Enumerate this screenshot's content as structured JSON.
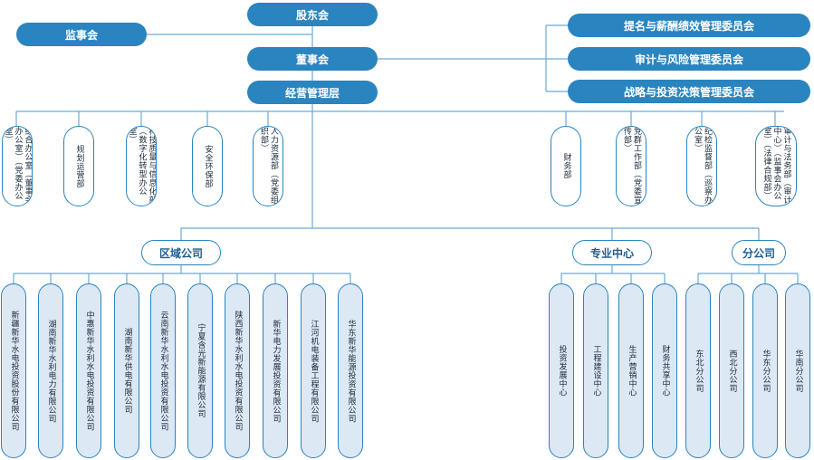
{
  "top": {
    "shareholders": "股东会",
    "supervisors": "监事会",
    "board": "董事会",
    "management": "经营管理层"
  },
  "committees": [
    "提名与薪酬绩效管理委员会",
    "审计与风险管理委员会",
    "战略与投资决策管理委员会"
  ],
  "departments": [
    "综合办公室（董事会办公室）（党委办公室）",
    "规划运营部",
    "科技质量与信息化部（数字化转型办公室）",
    "安全环保部",
    "人力资源部（党委组织部）",
    "财务部",
    "党群工作部（党委宣传部）",
    "纪检监督部（巡察办公室）",
    "审计与法务部（审计中心）（监事会办公室）（法律合规部）"
  ],
  "groups": {
    "regional": "区域公司",
    "centers": "专业中心",
    "branches": "分公司"
  },
  "regional_companies": [
    "新疆新华水电投资股份有限公司",
    "湖南新华水利电力有限公司",
    "中惠新华水利水电投资有限公司",
    "湖南新华供电有限公司",
    "云南新华水利水电投资有限公司",
    "宁夏含光新能源有限公司",
    "陕西新华水利水电投资有限公司",
    "新华电力发展投资有限公司",
    "江河机电装备工程有限公司",
    "华东新华能源投资有限公司"
  ],
  "centers": [
    "投资发展中心",
    "工程建设中心",
    "生产营销中心",
    "财务共享中心"
  ],
  "branches": [
    "东北分公司",
    "西北分公司",
    "华东分公司",
    "华南分公司"
  ],
  "colors": {
    "primary": "#2a84bf",
    "unit_fill": "#dde8f5",
    "line": "#6aaad6"
  }
}
